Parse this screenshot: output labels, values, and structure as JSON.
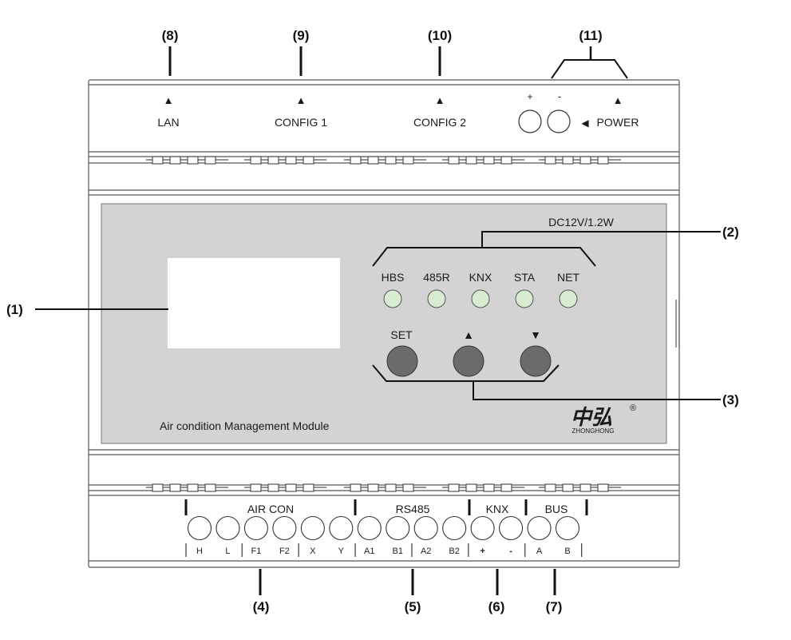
{
  "callouts": {
    "c1": "(1)",
    "c2": "(2)",
    "c3": "(3)",
    "c4": "(4)",
    "c5": "(5)",
    "c6": "(6)",
    "c7": "(7)",
    "c8": "(8)",
    "c9": "(9)",
    "c10": "(10)",
    "c11": "(11)"
  },
  "top_ports": {
    "lan": "LAN",
    "config1": "CONFIG 1",
    "config2": "CONFIG 2",
    "power": "POWER",
    "plus": "+",
    "minus": "-",
    "arrow_up": "▲",
    "arrow_left": "◀"
  },
  "panel": {
    "rating": "DC12V/1.2W",
    "module_name": "Air condition Management Module",
    "brand_mark": "中弘",
    "brand_name": "ZHONGHONG",
    "registered": "®"
  },
  "leds": [
    "HBS",
    "485R",
    "KNX",
    "STA",
    "NET"
  ],
  "buttons": {
    "set": "SET",
    "up": "▲",
    "down": "▼"
  },
  "groups": {
    "aircon": "AIR CON",
    "rs485": "RS485",
    "knx": "KNX",
    "bus": "BUS"
  },
  "terminals": [
    "H",
    "L",
    "F1",
    "F2",
    "X",
    "Y",
    "A1",
    "B1",
    "A2",
    "B2",
    "+",
    "-",
    "A",
    "B"
  ],
  "colors": {
    "panel": "#d3d3d3",
    "led": "#d7ecd0",
    "button": "#6b6b6b",
    "outline": "#333333"
  }
}
